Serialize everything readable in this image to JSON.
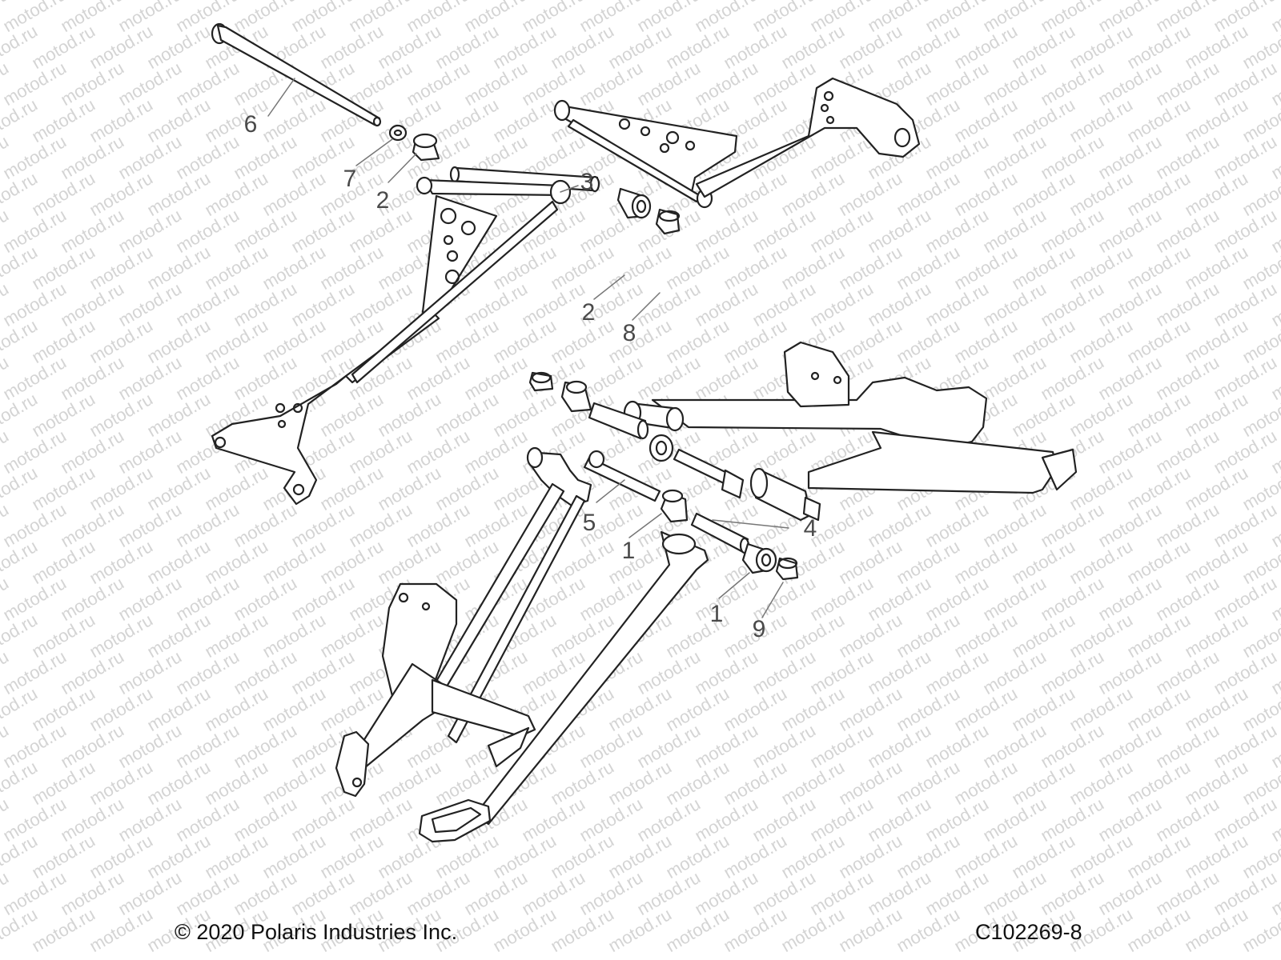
{
  "watermark": "motod.ru",
  "copyright": "© 2020 Polaris Industries Inc.",
  "figure_code": "C102269-8",
  "callouts": [
    {
      "id": "6",
      "label": "6"
    },
    {
      "id": "7",
      "label": "7"
    },
    {
      "id": "2a",
      "label": "2"
    },
    {
      "id": "3",
      "label": "3"
    },
    {
      "id": "2b",
      "label": "2"
    },
    {
      "id": "8",
      "label": "8"
    },
    {
      "id": "5",
      "label": "5"
    },
    {
      "id": "4",
      "label": "4"
    },
    {
      "id": "1a",
      "label": "1"
    },
    {
      "id": "1b",
      "label": "1"
    },
    {
      "id": "9",
      "label": "9"
    }
  ]
}
